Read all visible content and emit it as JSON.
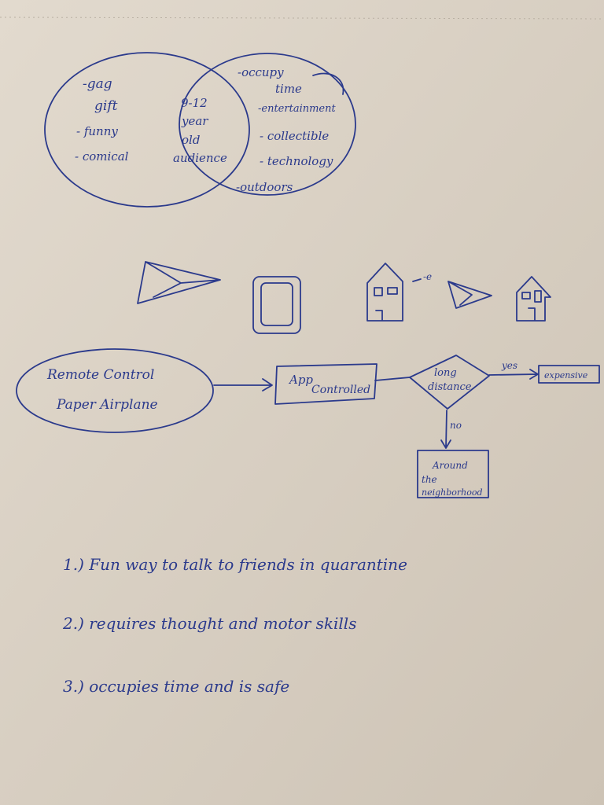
{
  "venn": {
    "left": [
      "-gag",
      "gift",
      "- funny",
      "- comical"
    ],
    "center": [
      "9-12",
      "year",
      "old",
      "audience"
    ],
    "right": [
      "-occupy",
      "time",
      "-entertainment",
      "- collectible",
      "- technology",
      "-outdoors"
    ]
  },
  "sketches": {
    "arrow_label": "-e"
  },
  "flowchart": {
    "start": [
      "Remote Control",
      "Paper Airplane"
    ],
    "app": [
      "App",
      "Controlled"
    ],
    "decision": [
      "long",
      "distance"
    ],
    "yes_label": "yes",
    "no_label": "no",
    "yes_result": "expensive",
    "no_result": [
      "Around",
      "the",
      "neighborhood"
    ]
  },
  "list": [
    "1.)  Fun  way  to  talk  to  friends  in  quarantine",
    "2.)  requires  thought  and  motor  skills",
    "3.)  occupies  time  and  is  safe"
  ],
  "colors": {
    "ink": "#2b3a8c",
    "paper": "#d8cfc2"
  }
}
